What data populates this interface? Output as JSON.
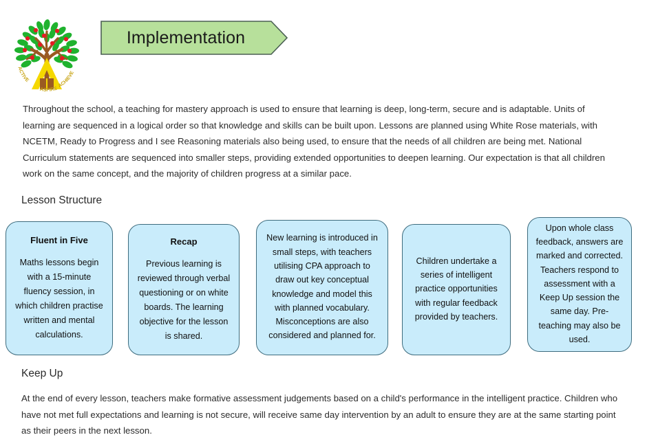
{
  "logo": {
    "name": "school-tree-logo",
    "motto_words": [
      "ACTIVE",
      "ASPIRE",
      "ACHIEVE"
    ],
    "monogram": "A",
    "colors": {
      "leaf_green": "#1fb22e",
      "apple_red": "#e51b24",
      "trunk_brown": "#9a5a22",
      "monogram_yellow": "#f5d800",
      "motto_gold": "#c8a415"
    }
  },
  "banner": {
    "title": "Implementation",
    "fill": "#b7e09b",
    "stroke": "#4a5f53"
  },
  "intro": {
    "paragraph": "Throughout the school, a teaching for mastery approach is used to ensure that learning is deep, long-term, secure and is adaptable. Units of learning are sequenced in a logical order so that knowledge and skills can be built upon. Lessons are planned using White Rose materials, with NCETM, Ready to Progress and I see Reasoning materials also being used, to ensure that the needs of all children are being met. National Curriculum statements are sequenced into smaller steps, providing extended opportunities to deepen learning. Our expectation is that all children work on the same concept, and the majority of children progress at a similar pace."
  },
  "lesson_structure": {
    "heading": "Lesson Structure",
    "box_fill": "#c9ecfb",
    "box_stroke": "#3d6b7d",
    "boxes": [
      {
        "title": "Fluent in Five",
        "body": "Maths lessons begin with a 15-minute fluency session, in which children practise written and mental calculations."
      },
      {
        "title": "Recap",
        "body": "Previous learning is reviewed through verbal questioning or on white boards. The learning objective for the lesson is shared."
      },
      {
        "title": "",
        "body": "New learning is introduced in small steps, with teachers utilising CPA approach to draw out key conceptual knowledge and model this with planned vocabulary. Misconceptions are also considered and planned for."
      },
      {
        "title": "",
        "body": "Children undertake a series of intelligent practice opportunities with regular feedback provided by teachers."
      },
      {
        "title": "",
        "body": "Upon whole class feedback, answers are marked and corrected. Teachers respond to assessment with a Keep Up session the same day. Pre-teaching may also be used."
      }
    ]
  },
  "keep_up": {
    "heading": "Keep Up",
    "paragraph": "At the end of every lesson, teachers make formative assessment judgements based on a child's performance in the intelligent practice. Children who have not met full expectations and learning is not secure, will receive same day intervention by an adult to ensure they are at the same starting point as their peers in the next lesson."
  }
}
